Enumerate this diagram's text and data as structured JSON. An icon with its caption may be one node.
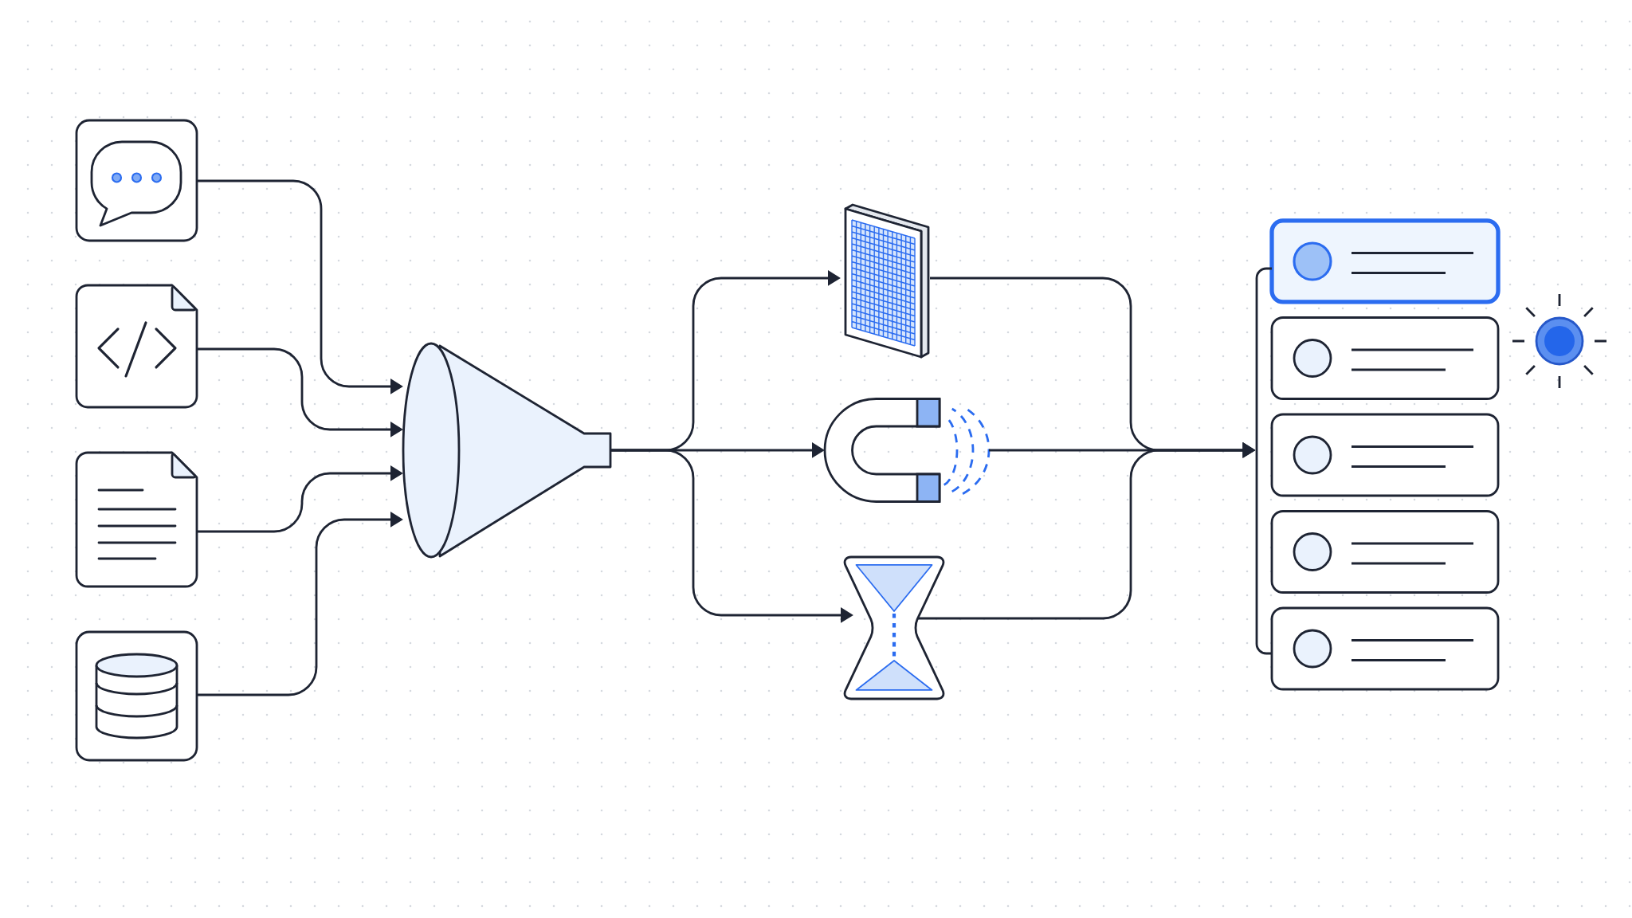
{
  "diagram": {
    "nodes": [
      {
        "text": [],
        "shape": "picture"
      },
      {
        "text": [],
        "shape": "picture"
      },
      {
        "text": [],
        "shape": "picture"
      },
      {
        "text": [],
        "shape": "picture"
      },
      {
        "text": [],
        "shape": "picture"
      },
      {
        "text": [],
        "shape": "picture"
      },
      {
        "text": [],
        "shape": "picture"
      },
      {
        "text": [],
        "shape": "picture"
      },
      {
        "text": [],
        "shape": "bracket"
      },
      {
        "text": [],
        "shape": "box"
      },
      {
        "text": [],
        "shape": "box"
      },
      {
        "text": [],
        "shape": "box"
      },
      {
        "text": [],
        "shape": "box"
      },
      {
        "text": [],
        "shape": "box"
      }
    ],
    "edges": [
      {
        "from": 0,
        "to": 4,
        "arrow": "to"
      },
      {
        "from": 1,
        "to": 4,
        "arrow": "to"
      },
      {
        "from": 2,
        "to": 4,
        "arrow": "to"
      },
      {
        "from": 3,
        "to": 4,
        "arrow": "to"
      },
      {
        "from": 4,
        "to": 5,
        "arrow": "to"
      },
      {
        "from": 4,
        "to": 6,
        "arrow": "to"
      },
      {
        "from": 4,
        "to": 7,
        "arrow": "to"
      },
      {
        "from": 5,
        "to": 8,
        "arrow": "to"
      },
      {
        "from": 6,
        "to": 8,
        "arrow": "to"
      },
      {
        "from": 7,
        "to": 8,
        "arrow": "to"
      },
      {
        "from": 8,
        "to": 9,
        "arrow": "none"
      },
      {
        "from": 8,
        "to": 13,
        "arrow": "none"
      }
    ]
  }
}
